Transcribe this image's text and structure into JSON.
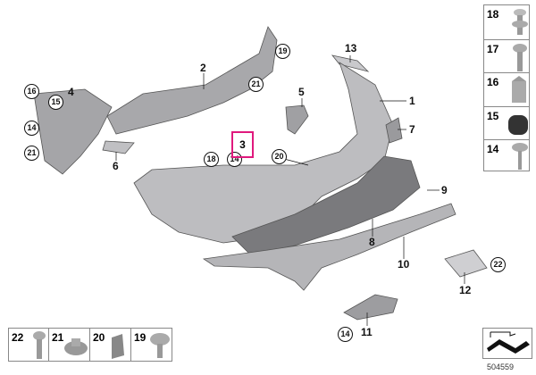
{
  "diagram": {
    "highlighted_part": "3",
    "callouts": [
      "13",
      "2",
      "19",
      "21",
      "16",
      "4",
      "15",
      "14",
      "21",
      "5",
      "1",
      "7",
      "6",
      "18",
      "14",
      "20",
      "9",
      "8",
      "10",
      "22",
      "12",
      "14",
      "11"
    ],
    "side_panel": [
      "18",
      "17",
      "16",
      "15",
      "14"
    ],
    "bottom_panel": [
      "22",
      "21",
      "20",
      "19"
    ],
    "diagram_code": "504559",
    "colors": {
      "highlight": "#e0197d",
      "part_fill": "#b9b9bc",
      "part_dark": "#6f6f72"
    }
  }
}
